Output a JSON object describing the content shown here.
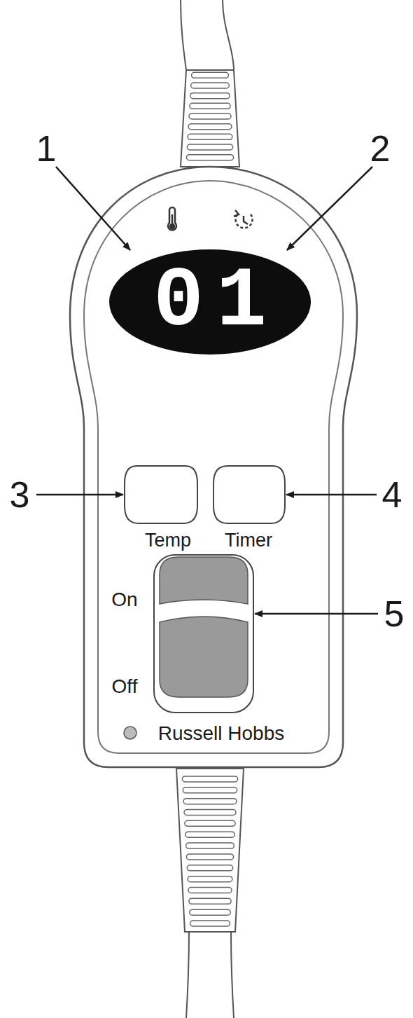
{
  "diagram": {
    "nodes": [
      {
        "text": [
          "01"
        ]
      }
    ],
    "labels": [
      "1",
      "2",
      "3",
      "4",
      "5",
      "Temp",
      "Timer",
      "On",
      "Off",
      "Russell Hobbs"
    ]
  }
}
